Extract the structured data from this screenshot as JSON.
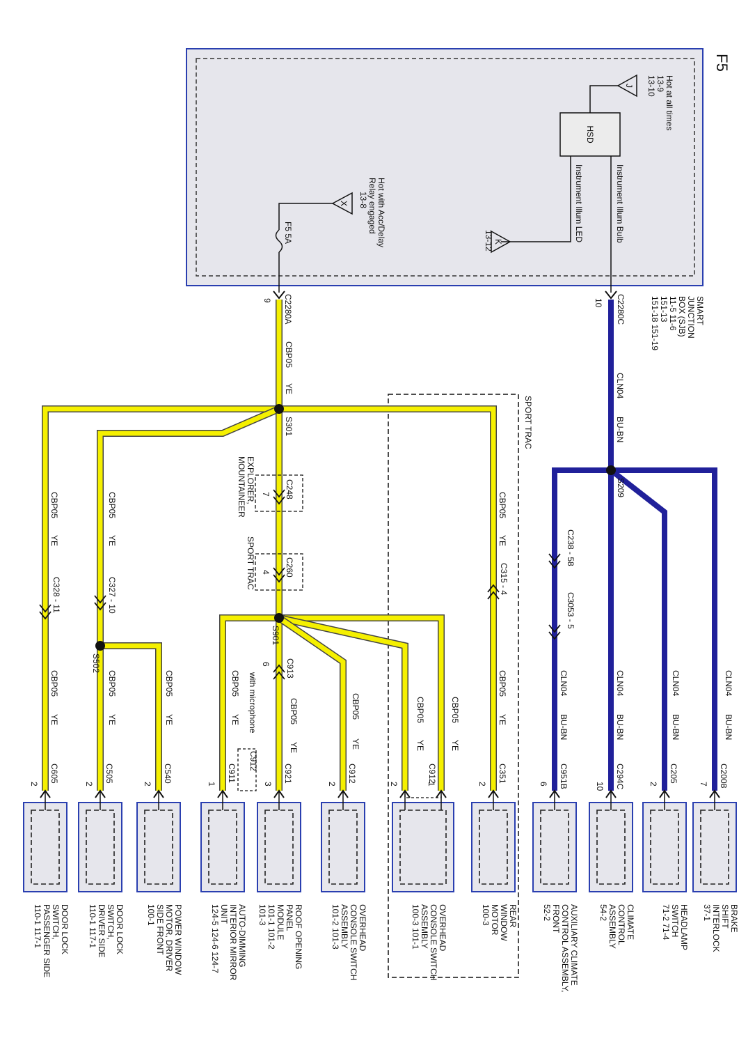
{
  "page_label": "F5",
  "sjb": {
    "name_lines": [
      "SMART",
      "JUNCTION",
      "BOX (SJB)"
    ],
    "ref_lines": [
      "11-5     11-6",
      "151-13",
      "151-18  151-19"
    ],
    "hot_j_lines": [
      "Hot at all times",
      "13-9",
      "13-10"
    ],
    "j_letter": "J",
    "hsd": "HSD",
    "bulb_label": "Instrument Illum Bulb",
    "led_label": "Instrument Illum LED",
    "k_letter": "K",
    "k_ref": "13-12",
    "hot_x_lines": [
      "Hot with Acc/Delay",
      "Relay engaged",
      "13-8"
    ],
    "x_letter": "X",
    "fuse": "F5  5A",
    "c2280c": "C2280C",
    "c2280c_pin": "10",
    "c2280a": "C2280A",
    "c2280a_pin": "9"
  },
  "wires": {
    "blue_circuit": "CLN04",
    "blue_color": "BU-BN",
    "yellow_circuit": "CBP05",
    "yellow_color": "YE"
  },
  "splices": {
    "s209": "S209",
    "s301": "S301",
    "s901": "S901",
    "s502": "S502"
  },
  "inline_connectors": {
    "c238": "C238 - 58",
    "c3053": "C3053 - 5",
    "c315": "C315 - 4",
    "c327": "C327 - 10",
    "c328": "C328 - 11",
    "c248": "C248",
    "c248_pin": "7",
    "c248_note_lines": [
      "EXPLORER,",
      "MOUNTAINEER"
    ],
    "c260": "C260",
    "c260_pin": "4",
    "c260_note": "SPORT TRAC",
    "c913": "C913",
    "c913_pin": "6",
    "c912_alt": "C912",
    "with_microphone": "with microphone"
  },
  "sport_trac_label": "SPORT TRAC",
  "components": [
    {
      "connector": "C2008",
      "pin": "7",
      "lines": [
        "BRAKE",
        "SHIFT",
        "INTERLOCK",
        "37-1"
      ]
    },
    {
      "connector": "C205",
      "pin": "2",
      "lines": [
        "HEADLAMP",
        "SWITCH",
        "71-2    71-4"
      ]
    },
    {
      "connector": "C294C",
      "pin": "10",
      "lines": [
        "CLIMATE",
        "CONTROL",
        "ASSEMBLY",
        "54-2"
      ]
    },
    {
      "connector": "C951B",
      "pin": "6",
      "lines": [
        "AUXILIARY CLIMATE",
        "CONTROL ASSEMBLY,",
        "FRONT",
        "52-2"
      ]
    },
    {
      "connector": "C351",
      "pin": "2",
      "lines": [
        "REAR",
        "WINDOW",
        "MOTOR",
        "100-3"
      ]
    },
    {
      "connector": "C912",
      "pin": "2",
      "pin2": "1",
      "lines": [
        "OVERHEAD",
        "CONSOLE SWITCH",
        "ASSEMBLY",
        "100-3    101-1"
      ]
    },
    {
      "connector": "C912",
      "pin": "2",
      "lines": [
        "OVERHEAD",
        "CONSOLE SWITCH",
        "ASSEMBLY",
        "101-2    101-3"
      ]
    },
    {
      "connector": "C921",
      "pin": "3",
      "lines": [
        "ROOF OPENING",
        "PANEL",
        "MODULE",
        "101-1    101-2",
        "101-3"
      ]
    },
    {
      "connector": "C911",
      "pin": "1",
      "lines": [
        "AUTO-DIMMING",
        "INTERIOR MIRROR",
        "UNIT",
        "124-5    124-6    124-7"
      ]
    },
    {
      "connector": "C540",
      "pin": "2",
      "lines": [
        "POWER WINDOW",
        "MOTOR, DRIVER",
        "SIDE FRONT",
        "100-1"
      ]
    },
    {
      "connector": "C505",
      "pin": "2",
      "lines": [
        "DOOR LOCK",
        "SWITCH,",
        "DRIVER SIDE",
        "110-1    117-1"
      ]
    },
    {
      "connector": "C605",
      "pin": "2",
      "lines": [
        "DOOR LOCK",
        "SWITCH,",
        "PASSENGER SIDE",
        "110-1    117-1"
      ]
    }
  ],
  "colors": {
    "blue_wire": "#20209a",
    "yellow_wire": "#f5f000",
    "yellow_edge": "#444444",
    "box_fill": "#e6e6ec",
    "box_border": "#2a3fb0"
  }
}
